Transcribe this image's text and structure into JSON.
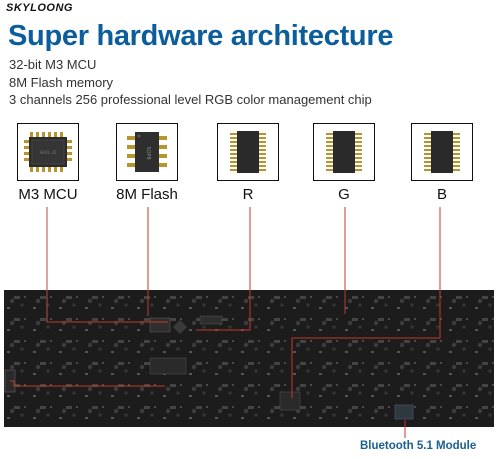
{
  "brand": "SKYLOONG",
  "title": "Super hardware architecture",
  "specs": [
    "32-bit M3 MCU",
    "8M Flash memory",
    "3 channels 256 professional level RGB color management chip"
  ],
  "chips": [
    {
      "label": "M3 MCU",
      "icon": "qfp-chip-icon",
      "marking": "SHVL 32"
    },
    {
      "label": "8M Flash",
      "icon": "sop8-chip-icon",
      "marking": "SOP8"
    },
    {
      "label": "R",
      "icon": "tssop-chip-icon"
    },
    {
      "label": "G",
      "icon": "tssop-chip-icon"
    },
    {
      "label": "B",
      "icon": "tssop-chip-icon"
    }
  ],
  "module_label": "Bluetooth 5.1 Module",
  "colors": {
    "title": "#0c5d9c",
    "module_label": "#1a5f94",
    "leader_line": "#c0392b",
    "board": "#1c1c1c"
  }
}
